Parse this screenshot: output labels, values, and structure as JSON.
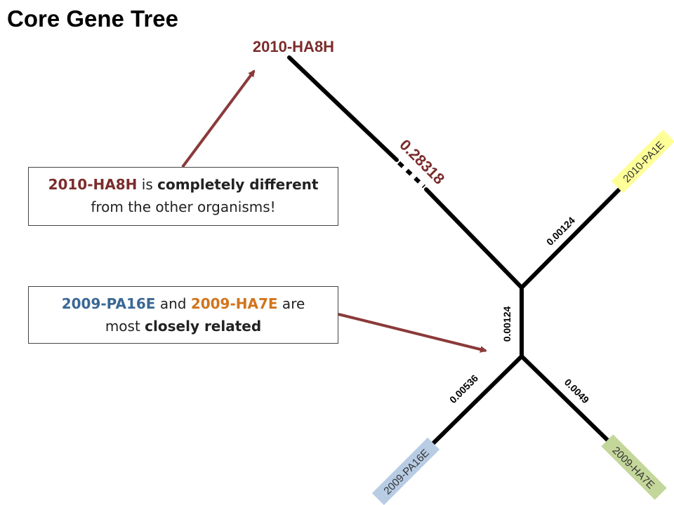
{
  "title": "Core Gene Tree",
  "colors": {
    "line": "#000000",
    "arrow": "#8b3a3a",
    "ha8h": "#7b2c2c",
    "pa16e": "#3a6894",
    "ha7e": "#d2741c",
    "pa1e_bg": "#ffff99",
    "pa16e_bg": "#b8cce4",
    "ha7e_bg": "#c4d79b"
  },
  "tree": {
    "leaves": {
      "ha8h": "2010-HA8H",
      "pa1e": "2010-PA1E",
      "pa16e": "2009-PA16E",
      "ha7e": "2009-HA7E"
    },
    "branches": {
      "ha8h": "0.28318",
      "pa1e": "0.00124",
      "internal": "0.00124",
      "pa16e": "0.00536",
      "ha7e": "0.0049"
    }
  },
  "callouts": {
    "first": {
      "name": "2010-HA8H",
      "mid": " is ",
      "emph": "completely different",
      "line2": "from the other organisms!"
    },
    "second": {
      "name1": "2009-PA16E",
      "and": " and ",
      "name2": "2009-HA7E",
      "are": " are",
      "most": "most ",
      "emph": "closely related"
    }
  }
}
